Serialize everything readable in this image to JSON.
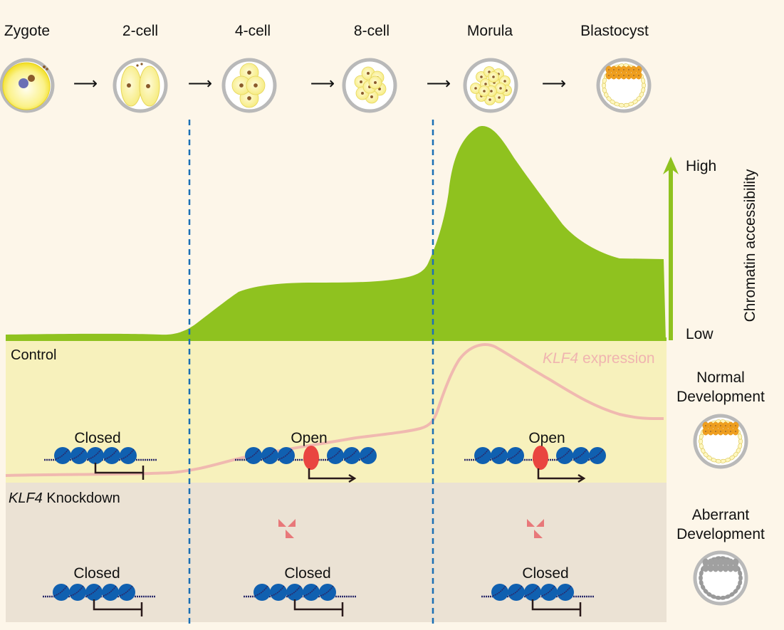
{
  "stages": [
    {
      "label": "Zygote"
    },
    {
      "label": "2-cell"
    },
    {
      "label": "4-cell"
    },
    {
      "label": "8-cell"
    },
    {
      "label": "Morula"
    },
    {
      "label": "Blastocyst"
    }
  ],
  "transition_arrow": "⟶",
  "accessibility_axis": {
    "title": "Chromatin accessibility",
    "high": "High",
    "low": "Low"
  },
  "panels": {
    "control": {
      "title": "Control",
      "expression_label_italic": "KLF4",
      "expression_label_rest": " expression",
      "states": [
        "Closed",
        "Open",
        "Open"
      ],
      "outcome_line1": "Normal",
      "outcome_line2": "Development"
    },
    "knockdown": {
      "title_italic": "KLF4",
      "title_rest": " Knockdown",
      "states": [
        "Closed",
        "Closed",
        "Closed"
      ],
      "outcome_line1": "Aberrant",
      "outcome_line2": "Development"
    }
  },
  "colors": {
    "background": "#fdf6e9",
    "accessibility_fill": "#8fc21f",
    "control_band": "#f7f1bc",
    "knockdown_band": "#ebe2d4",
    "klf4_curve": "#f0b9b0",
    "divider": "#1a6fb5",
    "nucleosome": "#1060b0",
    "tf": "#e94540",
    "sirna": "#e8787a"
  }
}
